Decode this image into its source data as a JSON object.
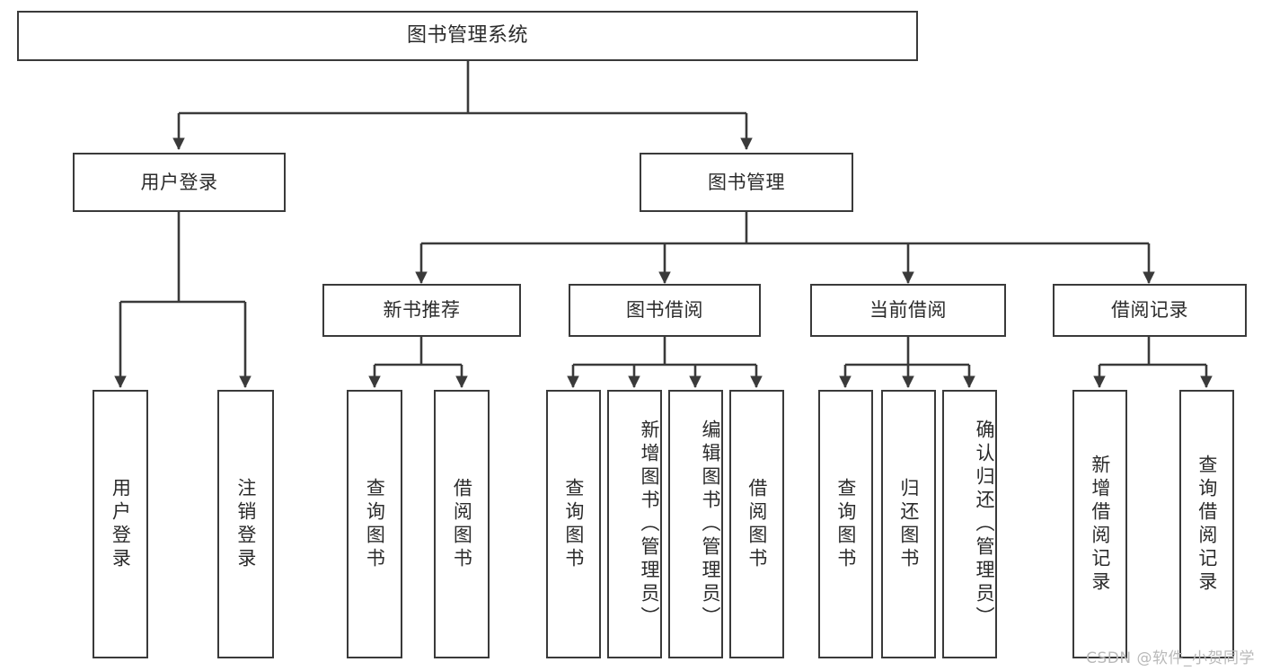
{
  "diagram": {
    "title": "图书管理系统",
    "type": "functional-structure-tree",
    "colors": {
      "box_border": "#3a3a3a",
      "box_fill": "#ffffff",
      "line": "#3a3a3a",
      "text": "#2b2b2b",
      "watermark": "#b9b9b9",
      "background": "#ffffff"
    }
  },
  "root": {
    "label": "图书管理系统"
  },
  "level1": [
    {
      "label": "用户登录"
    },
    {
      "label": "图书管理"
    }
  ],
  "level2": [
    {
      "label": "新书推荐"
    },
    {
      "label": "图书借阅"
    },
    {
      "label": "当前借阅"
    },
    {
      "label": "借阅记录"
    }
  ],
  "leaves": {
    "user_login": [
      {
        "label": "用户登录"
      },
      {
        "label": "注销登录"
      }
    ],
    "new_book": [
      {
        "label": "查询图书"
      },
      {
        "label": "借阅图书"
      }
    ],
    "book_borrow": [
      {
        "label": "查询图书"
      },
      {
        "label": "新增图书（管理员）"
      },
      {
        "label": "编辑图书（管理员）"
      },
      {
        "label": "借阅图书"
      }
    ],
    "current_borrow": [
      {
        "label": "查询图书"
      },
      {
        "label": "归还图书"
      },
      {
        "label": "确认归还（管理员）"
      }
    ],
    "borrow_record": [
      {
        "label": "新增借阅记录"
      },
      {
        "label": "查询借阅记录"
      }
    ]
  },
  "watermark": {
    "text": "CSDN @软件_小贺同学"
  }
}
